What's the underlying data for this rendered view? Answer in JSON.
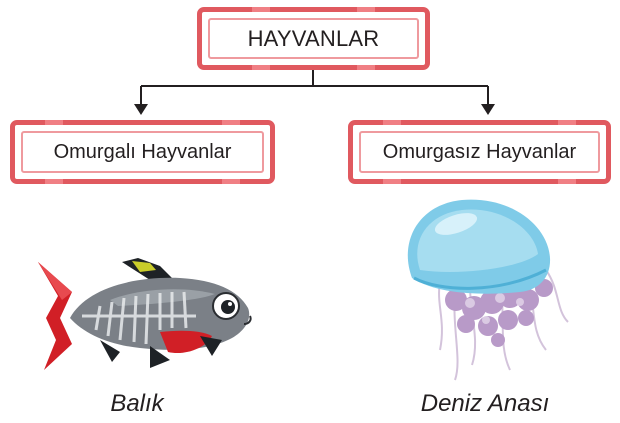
{
  "root": {
    "label": "HAYVANLAR"
  },
  "branches": [
    {
      "label": "Omurgalı Hayvanlar",
      "caption": "Balık",
      "picture": "fish"
    },
    {
      "label": "Omurgasız Hayvanlar",
      "caption": "Deniz Anası",
      "picture": "jellyfish"
    }
  ],
  "colors": {
    "box_border": "#e0595f",
    "box_inner_border": "#ef9a9e",
    "connector": "#231f20",
    "text": "#231f20"
  }
}
